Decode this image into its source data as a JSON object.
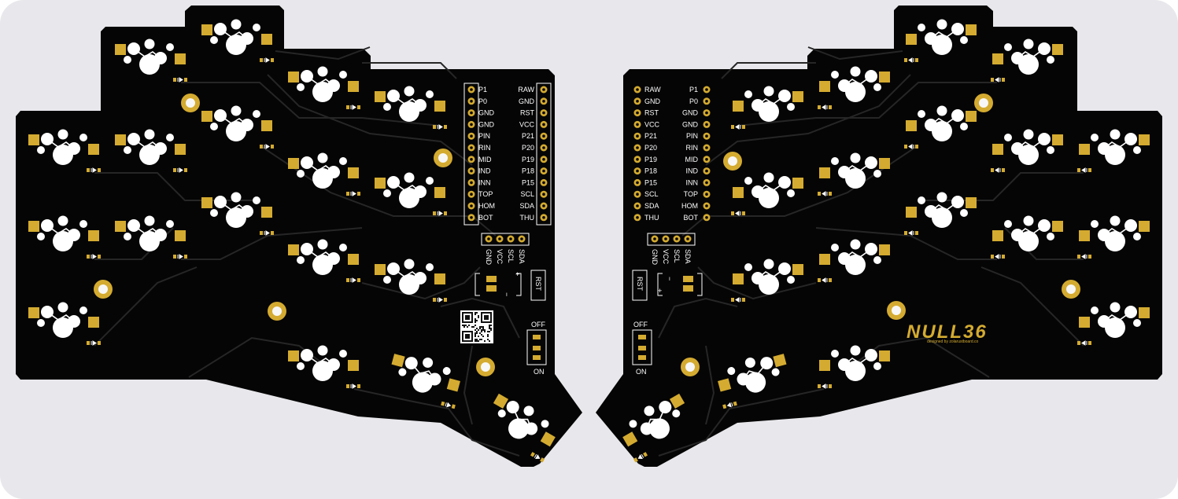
{
  "colors": {
    "background": "#e8e8ec",
    "board": "#050505",
    "gold": "#d4ab30",
    "white": "#ffffff",
    "trace": "#262626",
    "hole": "#f7f7f7"
  },
  "board_text": {
    "logo": "NULL36",
    "credit": "designed by zolarustboard.co"
  },
  "left_half": {
    "header_left_pins": [
      "P1",
      "P0",
      "GND",
      "GND",
      "PIN",
      "RIN",
      "MID",
      "IND",
      "INN",
      "TOP",
      "HOM",
      "BOT"
    ],
    "header_right_pins": [
      "RAW",
      "GND",
      "RST",
      "VCC",
      "P21",
      "P20",
      "P19",
      "P18",
      "P15",
      "SCL",
      "SDA",
      "THU"
    ],
    "oled_pins": [
      "GND",
      "VCC",
      "SCL",
      "SDA"
    ],
    "reset_label": "RST",
    "battery_minus": "−",
    "battery_plus": "+",
    "switch_off": "OFF",
    "switch_on": "ON"
  },
  "right_half": {
    "header_left_pins": [
      "RAW",
      "GND",
      "RST",
      "VCC",
      "P21",
      "P20",
      "P19",
      "P18",
      "P15",
      "SCL",
      "SDA",
      "THU"
    ],
    "header_right_pins": [
      "P1",
      "P0",
      "GND",
      "GND",
      "PIN",
      "RIN",
      "MID",
      "IND",
      "INN",
      "TOP",
      "HOM",
      "BOT"
    ],
    "oled_pins": [
      "GND",
      "VCC",
      "SCL",
      "SDA"
    ],
    "reset_label": "RST",
    "battery_minus": "−",
    "battery_plus": "+",
    "switch_off": "OFF",
    "switch_on": "ON"
  }
}
